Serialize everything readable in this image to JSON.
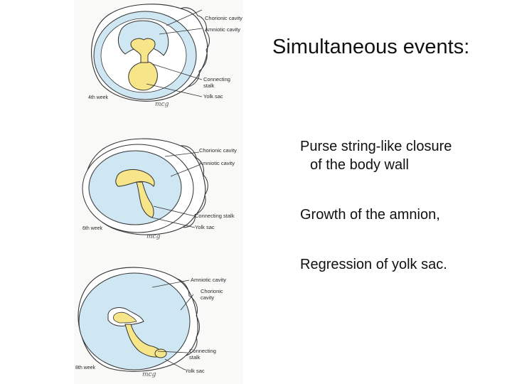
{
  "slide": {
    "title": "Simultaneous events:",
    "points": [
      {
        "line1": "Purse string-like closure",
        "line2": "of the body wall"
      },
      {
        "line1": "Growth of the amnion,"
      },
      {
        "line1": "Regression of yolk sac."
      }
    ]
  },
  "figure": {
    "stages": [
      {
        "week": "4th week",
        "labels": [
          "Chorionic cavity",
          "Amniotic cavity",
          "Connecting stalk",
          "Yolk sac"
        ],
        "signature": "mcg"
      },
      {
        "week": "6th week",
        "labels": [
          "Chorionic cavity",
          "Amniotic cavity",
          "Connecting stalk",
          "Yolk sac"
        ],
        "signature": "mcg"
      },
      {
        "week": "8th week",
        "labels": [
          "Amniotic cavity",
          "Chorionic cavity",
          "Connecting stalk",
          "Yolk sac"
        ],
        "signature": "mcg"
      }
    ],
    "colors": {
      "cavity_blue": "#cfe6f3",
      "yolk_yellow": "#f7e58a",
      "outline": "#333333"
    }
  }
}
